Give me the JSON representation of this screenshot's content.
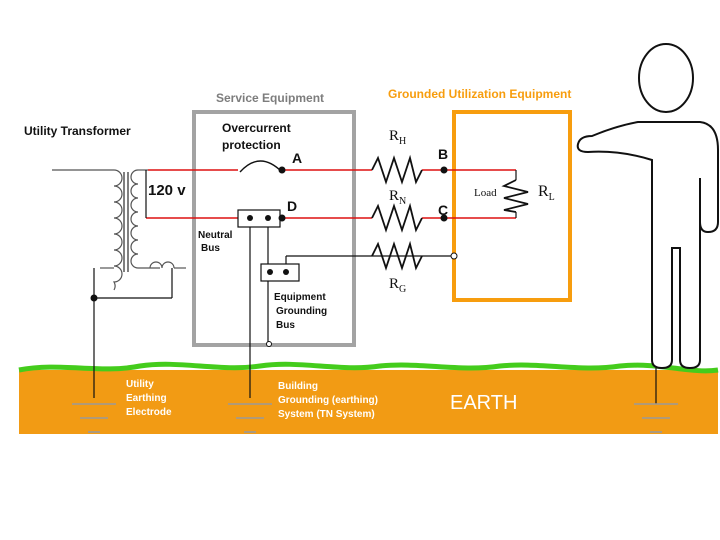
{
  "colors": {
    "earth_fill": "#f29b14",
    "grass": "#44cc1c",
    "hot_wire": "#dd1111",
    "box_gray": "#a3a3a3",
    "utilization_orange": "#f79d0e",
    "label_gray": "#7d7d7d",
    "earth_text": "#ffffff",
    "earth_label": "#ffffff"
  },
  "labels": {
    "utility_transformer": "Utility Transformer",
    "service_equipment": "Service Equipment",
    "grounded_utilization_equipment": "Grounded Utilization Equipment",
    "overcurrent_line1": "Overcurrent",
    "overcurrent_line2": "protection",
    "voltage": "120 v",
    "point_a": "A",
    "point_b": "B",
    "point_c": "C",
    "point_d": "D",
    "neutral_bus_line1": "Neutral",
    "neutral_bus_line2": "Bus",
    "egb_line1": "Equipment",
    "egb_line2": "Grounding",
    "egb_line3": "Bus",
    "load": "Load",
    "rh_main": "R",
    "rh_sub": "H",
    "rn_main": "R",
    "rn_sub": "N",
    "rg_main": "R",
    "rg_sub": "G",
    "rl_main": "R",
    "rl_sub": "L",
    "utility_earthing_line1": "Utility",
    "utility_earthing_line2": "Earthing",
    "utility_earthing_line3": "Electrode",
    "building_line1": "Building",
    "building_line2": "Grounding (earthing)",
    "building_line3": "System (TN System)",
    "earth": "EARTH"
  },
  "icons": {
    "transformer": "transformer-coil-icon",
    "resistor": "resistor-zigzag-icon",
    "ground": "ground-symbol-icon",
    "person": "stick-person-icon"
  }
}
